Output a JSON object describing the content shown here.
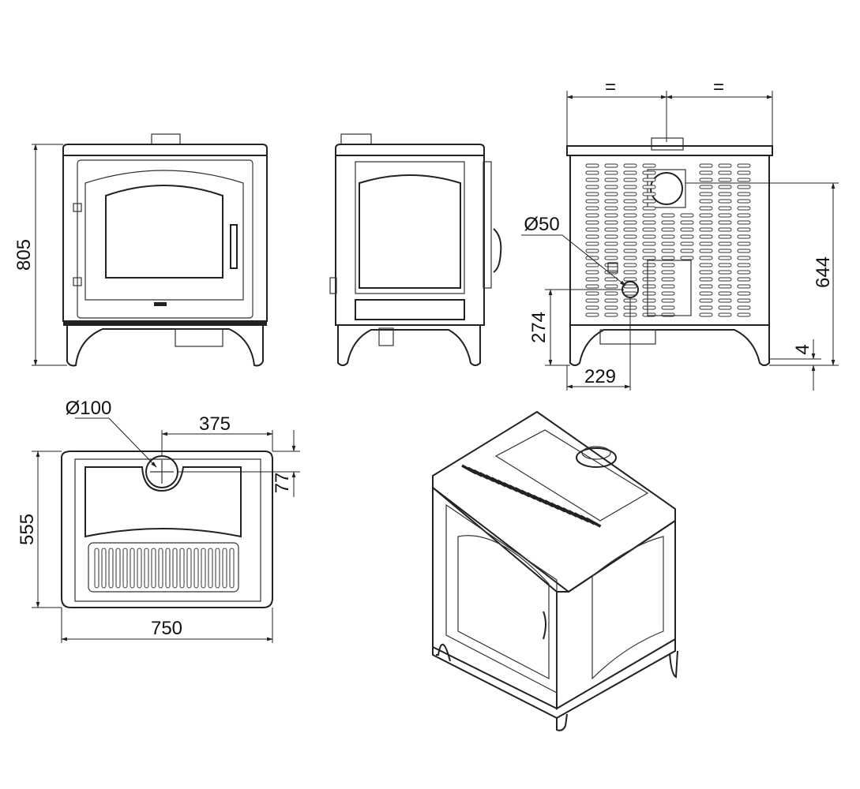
{
  "dimensions": {
    "front_height": "805",
    "back_equal_left": "=",
    "back_equal_right": "=",
    "back_outlet_diameter": "Ø50",
    "back_flue_height": "644",
    "back_outlet_height": "274",
    "back_outlet_offset": "229",
    "back_foot_gap": "4",
    "top_flue_diameter": "Ø100",
    "top_flue_offset": "375",
    "top_flue_depth": "77",
    "top_depth": "555",
    "top_width": "750"
  }
}
